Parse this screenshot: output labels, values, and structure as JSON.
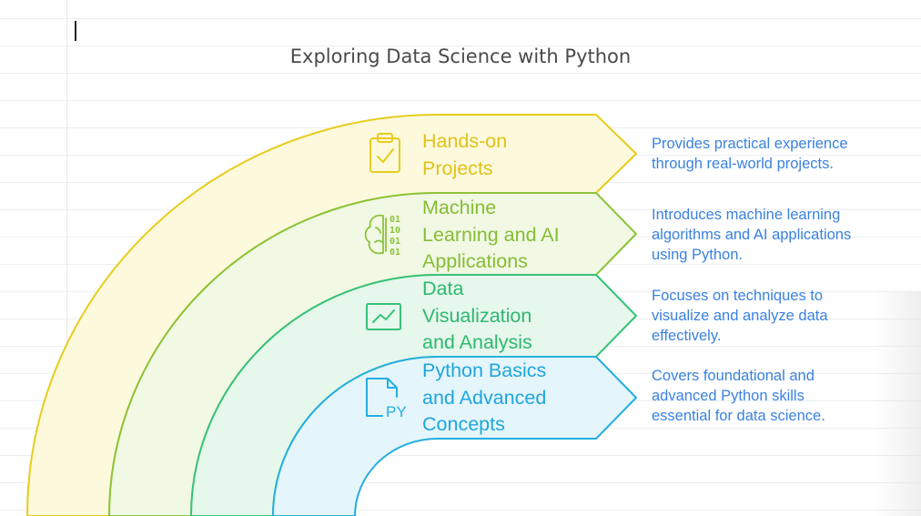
{
  "title": "Exploring Data Science with Python",
  "colors": {
    "hands_on": "#e8cc1c",
    "machine_learning": "#8cc43a",
    "data_viz": "#38c27a",
    "python_basics": "#26aee0",
    "description": "#3b82e0"
  },
  "layers": [
    {
      "label": "Hands-on\nProjects",
      "icon": "clipboard-check-icon",
      "description": "Provides practical experience\nthrough real-world projects."
    },
    {
      "label": "Machine\nLearning and AI\nApplications",
      "icon": "brain-binary-icon",
      "description": "Introduces machine learning\nalgorithms and AI applications\nusing Python."
    },
    {
      "label": "Data\nVisualization\nand Analysis",
      "icon": "line-chart-icon",
      "description": "Focuses on techniques to\nvisualize and analyze data\neffectively."
    },
    {
      "label": "Python Basics\nand Advanced\nConcepts",
      "icon": "python-file-icon",
      "description": "Covers foundational and\nadvanced Python skills\nessential for data science."
    }
  ]
}
